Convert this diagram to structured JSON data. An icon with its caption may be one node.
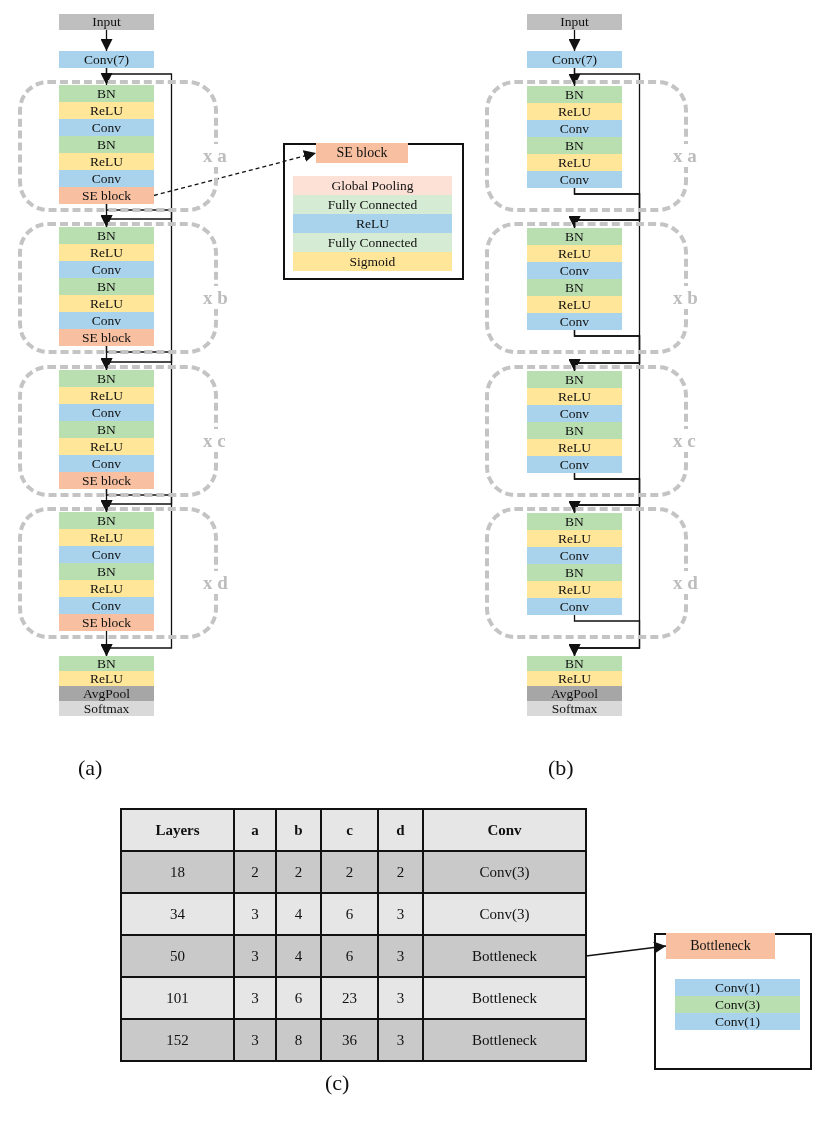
{
  "diagram": {
    "nodes": [
      {
        "text": [
          "Input"
        ]
      },
      {
        "text": [
          "Conv(7)"
        ]
      },
      {
        "text": [],
        "shape": "box",
        "beside": [
          "x a"
        ]
      },
      {
        "text": [
          "BN"
        ],
        "in": 2
      },
      {
        "text": [
          "ReLU"
        ],
        "in": 2
      },
      {
        "text": [
          "Conv"
        ],
        "in": 2
      },
      {
        "text": [
          "BN"
        ],
        "in": 2
      },
      {
        "text": [
          "ReLU"
        ],
        "in": 2
      },
      {
        "text": [
          "Conv"
        ],
        "in": 2
      },
      {
        "text": [
          "SE block"
        ],
        "in": 2
      },
      {
        "text": [],
        "shape": "box",
        "beside": [
          "x b"
        ]
      },
      {
        "text": [
          "BN"
        ],
        "in": 10
      },
      {
        "text": [
          "ReLU"
        ],
        "in": 10
      },
      {
        "text": [
          "Conv"
        ],
        "in": 10
      },
      {
        "text": [
          "BN"
        ],
        "in": 10
      },
      {
        "text": [
          "ReLU"
        ],
        "in": 10
      },
      {
        "text": [
          "Conv"
        ],
        "in": 10
      },
      {
        "text": [
          "SE block"
        ],
        "in": 10
      },
      {
        "text": [],
        "shape": "box",
        "beside": [
          "x c"
        ]
      },
      {
        "text": [
          "BN"
        ],
        "in": 18
      },
      {
        "text": [
          "ReLU"
        ],
        "in": 18
      },
      {
        "text": [
          "Conv"
        ],
        "in": 18
      },
      {
        "text": [
          "BN"
        ],
        "in": 18
      },
      {
        "text": [
          "ReLU"
        ],
        "in": 18
      },
      {
        "text": [
          "Conv"
        ],
        "in": 18
      },
      {
        "text": [
          "SE block"
        ],
        "in": 18
      },
      {
        "text": [],
        "shape": "box",
        "beside": [
          "x d"
        ]
      },
      {
        "text": [
          "BN"
        ],
        "in": 26
      },
      {
        "text": [
          "ReLU"
        ],
        "in": 26
      },
      {
        "text": [
          "Conv"
        ],
        "in": 26
      },
      {
        "text": [
          "BN"
        ],
        "in": 26
      },
      {
        "text": [
          "ReLU"
        ],
        "in": 26
      },
      {
        "text": [
          "Conv"
        ],
        "in": 26
      },
      {
        "text": [
          "SE block"
        ],
        "in": 26
      },
      {
        "text": [
          "BN"
        ]
      },
      {
        "text": [
          "ReLU"
        ]
      },
      {
        "text": [
          "AvgPool"
        ]
      },
      {
        "text": [
          "Softmax"
        ]
      },
      {
        "text": [],
        "shape": "box"
      },
      {
        "text": [
          "SE block"
        ],
        "in": 38
      },
      {
        "text": [
          "Global Pooling"
        ],
        "in": 38
      },
      {
        "text": [
          "Fully Connected"
        ],
        "in": 38
      },
      {
        "text": [
          "ReLU"
        ],
        "in": 38
      },
      {
        "text": [
          "Fully Connected"
        ],
        "in": 38
      },
      {
        "text": [
          "Sigmoid"
        ],
        "in": 38
      },
      {
        "text": [
          "Input"
        ]
      },
      {
        "text": [
          "Conv(7)"
        ]
      },
      {
        "text": [],
        "shape": "box",
        "beside": [
          "x a"
        ]
      },
      {
        "text": [
          "BN"
        ],
        "in": 47
      },
      {
        "text": [
          "ReLU"
        ],
        "in": 47
      },
      {
        "text": [
          "Conv"
        ],
        "in": 47
      },
      {
        "text": [
          "BN"
        ],
        "in": 47
      },
      {
        "text": [
          "ReLU"
        ],
        "in": 47
      },
      {
        "text": [
          "Conv"
        ],
        "in": 47
      },
      {
        "text": [],
        "shape": "box",
        "beside": [
          "x b"
        ]
      },
      {
        "text": [
          "BN"
        ],
        "in": 54
      },
      {
        "text": [
          "ReLU"
        ],
        "in": 54
      },
      {
        "text": [
          "Conv"
        ],
        "in": 54
      },
      {
        "text": [
          "BN"
        ],
        "in": 54
      },
      {
        "text": [
          "ReLU"
        ],
        "in": 54
      },
      {
        "text": [
          "Conv"
        ],
        "in": 54
      },
      {
        "text": [],
        "shape": "box",
        "beside": [
          "x c"
        ]
      },
      {
        "text": [
          "BN"
        ],
        "in": 61
      },
      {
        "text": [
          "ReLU"
        ],
        "in": 61
      },
      {
        "text": [
          "Conv"
        ],
        "in": 61
      },
      {
        "text": [
          "BN"
        ],
        "in": 61
      },
      {
        "text": [
          "ReLU"
        ],
        "in": 61
      },
      {
        "text": [
          "Conv"
        ],
        "in": 61
      },
      {
        "text": [],
        "shape": "box",
        "beside": [
          "x d"
        ]
      },
      {
        "text": [
          "BN"
        ],
        "in": 68
      },
      {
        "text": [
          "ReLU"
        ],
        "in": 68
      },
      {
        "text": [
          "Conv"
        ],
        "in": 68
      },
      {
        "text": [
          "BN"
        ],
        "in": 68
      },
      {
        "text": [
          "ReLU"
        ],
        "in": 68
      },
      {
        "text": [
          "Conv"
        ],
        "in": 68
      },
      {
        "text": [
          "BN"
        ]
      },
      {
        "text": [
          "ReLU"
        ]
      },
      {
        "text": [
          "AvgPool"
        ]
      },
      {
        "text": [
          "Softmax"
        ]
      },
      {
        "text": [
          "Bottleneck"
        ]
      },
      {
        "text": [],
        "shape": "box"
      },
      {
        "text": [
          "Bottleneck"
        ],
        "in": 80
      },
      {
        "text": [
          "Conv(1)"
        ],
        "in": 80
      },
      {
        "text": [
          "Conv(3)"
        ],
        "in": 80
      },
      {
        "text": [
          "Conv(1)"
        ],
        "in": 80
      }
    ],
    "edges": [
      {
        "from": 0,
        "to": 1,
        "arrow": "to"
      },
      {
        "from": 1,
        "to": 3,
        "arrow": "to"
      },
      {
        "from": 9,
        "to": 11,
        "arrow": "to"
      },
      {
        "from": 17,
        "to": 19,
        "arrow": "to"
      },
      {
        "from": 25,
        "to": 27,
        "arrow": "to"
      },
      {
        "from": 33,
        "to": 34,
        "arrow": "to"
      },
      {
        "from": 1,
        "to": 11,
        "arrow": "to"
      },
      {
        "from": 9,
        "to": 19,
        "arrow": "to"
      },
      {
        "from": 17,
        "to": 27,
        "arrow": "to"
      },
      {
        "from": 25,
        "to": 34,
        "arrow": "to"
      },
      {
        "from": 9,
        "to": 39,
        "arrow": "to",
        "style": "dashed"
      },
      {
        "from": 45,
        "to": 46,
        "arrow": "to"
      },
      {
        "from": 46,
        "to": 48,
        "arrow": "to"
      },
      {
        "from": 53,
        "to": 55,
        "arrow": "to"
      },
      {
        "from": 60,
        "to": 62,
        "arrow": "to"
      },
      {
        "from": 67,
        "to": 69,
        "arrow": "to"
      },
      {
        "from": 74,
        "to": 75,
        "arrow": "to"
      },
      {
        "from": 46,
        "to": 55,
        "arrow": "to"
      },
      {
        "from": 53,
        "to": 62,
        "arrow": "to"
      },
      {
        "from": 60,
        "to": 69,
        "arrow": "to"
      },
      {
        "from": 67,
        "to": 75,
        "arrow": "to"
      },
      {
        "from": 79,
        "to": 81,
        "arrow": "to"
      }
    ],
    "labels": [
      "(a)",
      "(b)",
      "Layers",
      "a",
      "b",
      "c",
      "d",
      "Conv",
      "18",
      "2",
      "2",
      "2",
      "2",
      "Conv(3)",
      "34",
      "3",
      "4",
      "6",
      "3",
      "Conv(3)",
      "50",
      "3",
      "4",
      "6",
      "3",
      "101",
      "3",
      "6",
      "23",
      "3",
      "Bottleneck",
      "152",
      "3",
      "8",
      "36",
      "3",
      "Bottleneck",
      "(c)"
    ]
  }
}
